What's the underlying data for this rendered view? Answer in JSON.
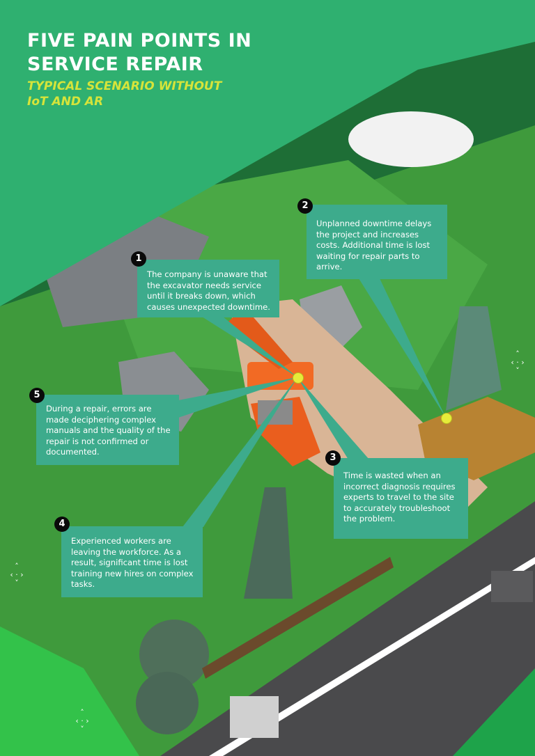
{
  "header": {
    "title_line1": "FIVE PAIN POINTS IN",
    "title_line2": "SERVICE REPAIR",
    "subtitle_line1": "TYPICAL SCENARIO WITHOUT",
    "subtitle_line2": "IoT AND AR"
  },
  "callouts": [
    {
      "number": "1",
      "text": "The company is unaware that the excavator needs service until it breaks down, which causes unexpected downtime."
    },
    {
      "number": "2",
      "text": "Unplanned downtime delays the project and increases costs. Additional time is lost waiting for repair parts to arrive."
    },
    {
      "number": "3",
      "text": "Time is wasted when an incorrect diagnosis requires experts to travel to the site to accurately troubleshoot the problem."
    },
    {
      "number": "4",
      "text": "Experienced workers are leaving the workforce. As a result, significant time is lost training new hires on complex tasks."
    },
    {
      "number": "5",
      "text": "During a repair, errors are made deciphering complex manuals and the quality of the repair is not confirmed or documented."
    }
  ],
  "colors": {
    "brand_green": "#2fb070",
    "callout": "#3dab8c",
    "accent_yellow": "#d6e43a",
    "marker": "#e6ec3a"
  }
}
